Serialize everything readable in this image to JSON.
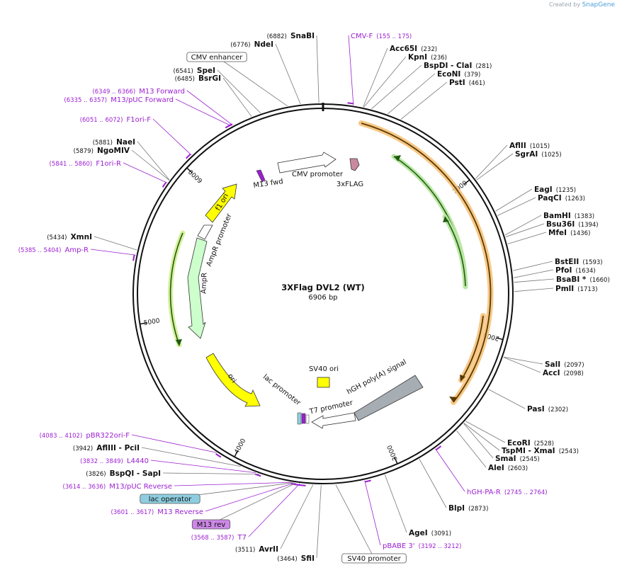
{
  "brand": {
    "created_by": "Created by",
    "app": "SnapGene"
  },
  "plasmid": {
    "name": "3XFlag DVL2 (WT)",
    "size_label": "6906 bp",
    "length": 6906
  },
  "colors": {
    "backbone": "#111111",
    "enzyme": "#111111",
    "primer": "#9b1fd1",
    "orange_feature": "#f6a531",
    "green_feature": "#8bd16a",
    "yellow_feature": "#ffff00",
    "ampr": "#ccffcc",
    "promoter": "#ffffff",
    "polya": "#a6adb3",
    "flag": "#c98aa0",
    "lac_operator": "#8ecde0",
    "m13_rev": "#cc88e6"
  },
  "ticks": [
    {
      "pos": 1000,
      "label": "1000"
    },
    {
      "pos": 2000,
      "label": "2000"
    },
    {
      "pos": 3000,
      "label": "3000"
    },
    {
      "pos": 4000,
      "label": "4000"
    },
    {
      "pos": 5000,
      "label": "5000"
    },
    {
      "pos": 6000,
      "label": "6000"
    }
  ],
  "inner_features": [
    {
      "label": "CMV promoter",
      "kind": "promoter"
    },
    {
      "label": "3xFLAG",
      "kind": "flag"
    },
    {
      "label": "M13 fwd",
      "kind": "m13"
    },
    {
      "label": "f1 ori",
      "kind": "yellow"
    },
    {
      "label": "AmpR promoter",
      "kind": "promoter"
    },
    {
      "label": "AmpR",
      "kind": "ampr"
    },
    {
      "label": "ori",
      "kind": "yellow"
    },
    {
      "label": "lac promoter",
      "kind": "promoter"
    },
    {
      "label": "SV40 ori",
      "kind": "yellow"
    },
    {
      "label": "T7 promoter",
      "kind": "promoter"
    },
    {
      "label": "hGH poly(A) signal",
      "kind": "polya"
    }
  ],
  "outer_labels": [
    {
      "pos": 6882,
      "num": "(6882)",
      "name": "SnaBI",
      "kind": "enzyme"
    },
    {
      "pos": 6776,
      "num": "(6776)",
      "name": "NdeI",
      "kind": "enzyme"
    },
    {
      "pos": 6700,
      "name": "CMV enhancer",
      "kind": "boxed"
    },
    {
      "pos": 6541,
      "num": "(6541)",
      "name": "SpeI",
      "kind": "enzyme"
    },
    {
      "pos": 6485,
      "num": "(6485)",
      "name": "BsrGI",
      "kind": "enzyme"
    },
    {
      "pos": 6366,
      "num": "(6349 .. 6366)",
      "name": "M13 Forward",
      "kind": "primer"
    },
    {
      "pos": 6357,
      "num": "(6335 .. 6357)",
      "name": "M13/pUC Forward",
      "kind": "primer"
    },
    {
      "pos": 6072,
      "num": "(6051 .. 6072)",
      "name": "F1ori-F",
      "kind": "primer"
    },
    {
      "pos": 5881,
      "num": "(5881)",
      "name": "NaeI",
      "kind": "enzyme"
    },
    {
      "pos": 5879,
      "num": "(5879)",
      "name": "NgoMIV",
      "kind": "enzyme"
    },
    {
      "pos": 5860,
      "num": "(5841 .. 5860)",
      "name": "F1ori-R",
      "kind": "primer"
    },
    {
      "pos": 5434,
      "num": "(5434)",
      "name": "XmnI",
      "kind": "enzyme"
    },
    {
      "pos": 5404,
      "num": "(5385 .. 5404)",
      "name": "Amp-R",
      "kind": "primer"
    },
    {
      "pos": 4102,
      "num": "(4083 .. 4102)",
      "name": "pBR322ori-F",
      "kind": "primer"
    },
    {
      "pos": 3942,
      "num": "(3942)",
      "name": "AflIII - PciI",
      "kind": "enzyme"
    },
    {
      "pos": 3849,
      "num": "(3832 .. 3849)",
      "name": "L4440",
      "kind": "primer"
    },
    {
      "pos": 3826,
      "num": "(3826)",
      "name": "BspQI - SapI",
      "kind": "enzyme"
    },
    {
      "pos": 3636,
      "num": "(3614 .. 3636)",
      "name": "M13/pUC Reverse",
      "kind": "primer"
    },
    {
      "pos": 3625,
      "name": "lac operator",
      "kind": "laco"
    },
    {
      "pos": 3617,
      "num": "(3601 .. 3617)",
      "name": "M13 Reverse",
      "kind": "primer"
    },
    {
      "pos": 3610,
      "name": "M13 rev",
      "kind": "m13rev"
    },
    {
      "pos": 3587,
      "num": "(3568 .. 3587)",
      "name": "T7",
      "kind": "primer"
    },
    {
      "pos": 3511,
      "num": "(3511)",
      "name": "AvrII",
      "kind": "enzyme"
    },
    {
      "pos": 3464,
      "num": "(3464)",
      "name": "SfiI",
      "kind": "enzyme"
    },
    {
      "pos": 3380,
      "name": "SV40 promoter",
      "kind": "boxed"
    },
    {
      "pos": 3212,
      "num": "(3192 .. 3212)",
      "name": "pBABE 3'",
      "kind": "primer"
    },
    {
      "pos": 3091,
      "num": "(3091)",
      "name": "AgeI",
      "kind": "enzyme"
    },
    {
      "pos": 2873,
      "num": "(2873)",
      "name": "BlpI",
      "kind": "enzyme"
    },
    {
      "pos": 2764,
      "num": "(2745 .. 2764)",
      "name": "hGH-PA-R",
      "kind": "primer"
    },
    {
      "pos": 2603,
      "num": "(2603)",
      "name": "AleI",
      "kind": "enzyme"
    },
    {
      "pos": 2545,
      "num": "(2545)",
      "name": "SmaI",
      "kind": "enzyme"
    },
    {
      "pos": 2543,
      "num": "(2543)",
      "name": "TspMI - XmaI",
      "kind": "enzyme"
    },
    {
      "pos": 2528,
      "num": "(2528)",
      "name": "EcoRI",
      "kind": "enzyme"
    },
    {
      "pos": 2302,
      "num": "(2302)",
      "name": "PasI",
      "kind": "enzyme"
    },
    {
      "pos": 2098,
      "num": "(2098)",
      "name": "AccI",
      "kind": "enzyme"
    },
    {
      "pos": 2097,
      "num": "(2097)",
      "name": "SalI",
      "kind": "enzyme"
    },
    {
      "pos": 1713,
      "num": "(1713)",
      "name": "PmlI",
      "kind": "enzyme"
    },
    {
      "pos": 1660,
      "num": "(1660)",
      "name": "BsaBI *",
      "kind": "enzyme"
    },
    {
      "pos": 1634,
      "num": "(1634)",
      "name": "PfoI",
      "kind": "enzyme"
    },
    {
      "pos": 1593,
      "num": "(1593)",
      "name": "BstEII",
      "kind": "enzyme"
    },
    {
      "pos": 1436,
      "num": "(1436)",
      "name": "MfeI",
      "kind": "enzyme"
    },
    {
      "pos": 1394,
      "num": "(1394)",
      "name": "Bsu36I",
      "kind": "enzyme"
    },
    {
      "pos": 1383,
      "num": "(1383)",
      "name": "BamHI",
      "kind": "enzyme"
    },
    {
      "pos": 1263,
      "num": "(1263)",
      "name": "PaqCI",
      "kind": "enzyme"
    },
    {
      "pos": 1235,
      "num": "(1235)",
      "name": "EagI",
      "kind": "enzyme"
    },
    {
      "pos": 1025,
      "num": "(1025)",
      "name": "SgrAI",
      "kind": "enzyme"
    },
    {
      "pos": 1015,
      "num": "(1015)",
      "name": "AflII",
      "kind": "enzyme"
    },
    {
      "pos": 461,
      "num": "(461)",
      "name": "PstI",
      "kind": "enzyme"
    },
    {
      "pos": 379,
      "num": "(379)",
      "name": "EcoNI",
      "kind": "enzyme"
    },
    {
      "pos": 281,
      "num": "(281)",
      "name": "BspDI - ClaI",
      "kind": "enzyme"
    },
    {
      "pos": 236,
      "num": "(236)",
      "name": "KpnI",
      "kind": "enzyme"
    },
    {
      "pos": 232,
      "num": "(232)",
      "name": "Acc65I",
      "kind": "enzyme"
    },
    {
      "pos": 175,
      "num": "(155 .. 175)",
      "name": "CMV-F",
      "kind": "primer"
    }
  ]
}
